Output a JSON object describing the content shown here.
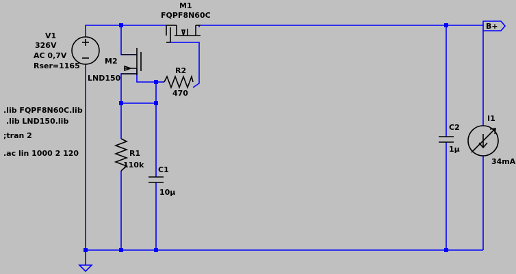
{
  "components": {
    "v1": {
      "name": "V1",
      "value": "326V",
      "ac": "AC 0,7V",
      "rser": "Rser=1165"
    },
    "m1": {
      "name": "M1",
      "model": "FQPF8N60C"
    },
    "m2": {
      "name": "M2",
      "model": "LND150"
    },
    "r1": {
      "name": "R1",
      "value": "110k"
    },
    "r2": {
      "name": "R2",
      "value": "470"
    },
    "c1": {
      "name": "C1",
      "value": "10µ"
    },
    "c2": {
      "name": "C2",
      "value": "1µ"
    },
    "i1": {
      "name": "I1",
      "value": "34mA"
    }
  },
  "net_label": "B+",
  "directives": [
    ".lib FQPF8N60C.lib",
    ".lib LND150.lib",
    ";tran 2",
    ".ac lin 1000 2 120"
  ],
  "colors": {
    "background": "#c0c0c0",
    "wire": "#0000ff",
    "component": "#000000"
  }
}
